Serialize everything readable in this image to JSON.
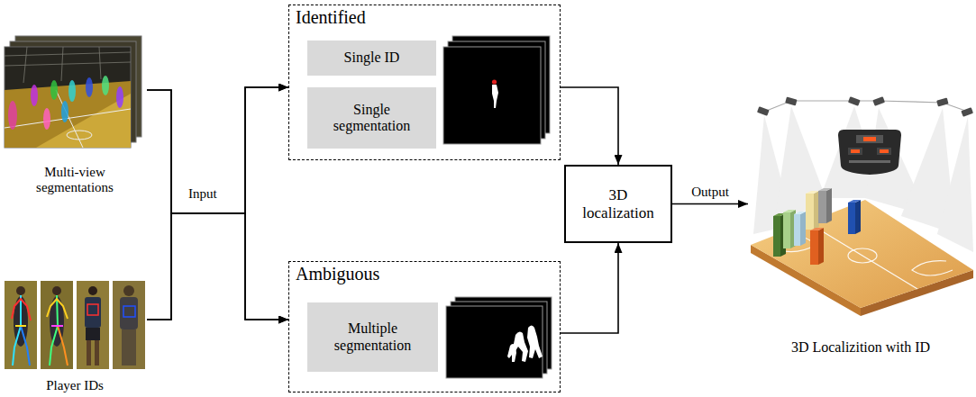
{
  "diagram": {
    "nodes": [
      {
        "text": [
          "Multi-view segmentations"
        ]
      },
      {
        "text": [
          "Player IDs"
        ]
      },
      {
        "text": [
          "Identified"
        ]
      },
      {
        "text": [
          "Single ID"
        ],
        "in": 2
      },
      {
        "text": [
          "Single segmentation"
        ],
        "in": 2
      },
      {
        "text": [
          "Ambiguous"
        ]
      },
      {
        "text": [
          "Multiple segmentation"
        ],
        "in": 5
      },
      {
        "text": [
          "3D localization"
        ]
      },
      {
        "text": [
          "3D Localizition with ID"
        ]
      }
    ],
    "edges": [
      {
        "from": 0,
        "to": 2,
        "arrow": "to"
      },
      {
        "from": 0,
        "to": 5,
        "arrow": "to"
      },
      {
        "from": 1,
        "to": 2,
        "arrow": "to"
      },
      {
        "from": 1,
        "to": 5,
        "arrow": "to"
      },
      {
        "from": 2,
        "to": 7,
        "arrow": "to"
      },
      {
        "from": 5,
        "to": 7,
        "arrow": "to"
      },
      {
        "from": 7,
        "to": 8,
        "label": "Output",
        "arrow": "to"
      }
    ],
    "labels": [
      "Input"
    ]
  }
}
